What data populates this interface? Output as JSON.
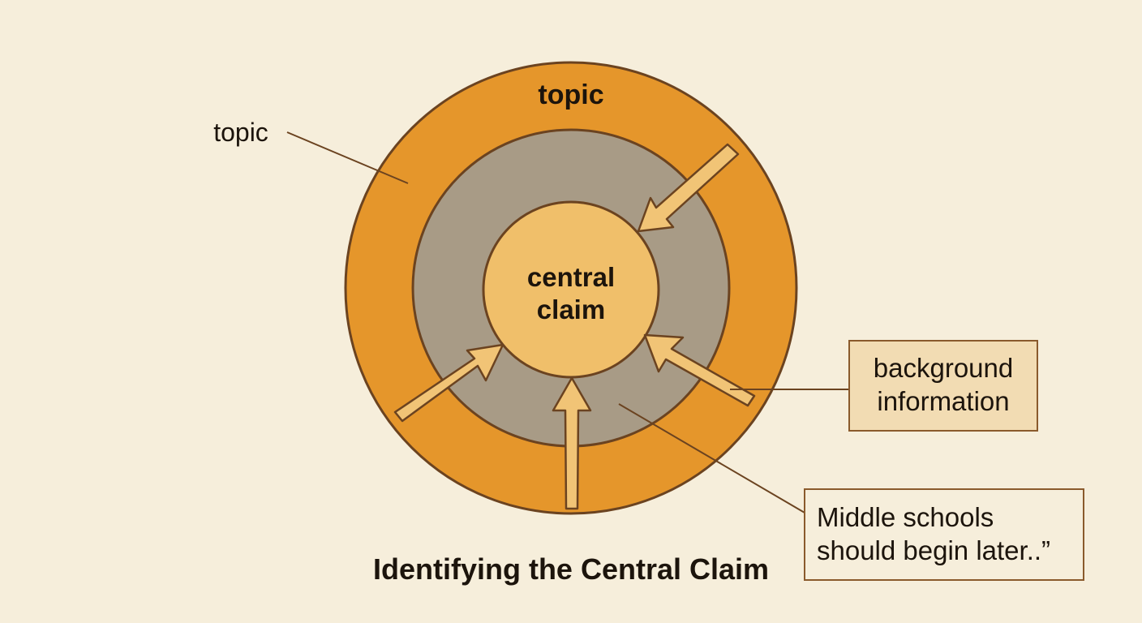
{
  "diagram": {
    "outer_ring_label": "topic",
    "side_topic_label": "topic",
    "center_label_line1": "central",
    "center_label_line2": "claim",
    "background_box_line1": "background",
    "background_box_line2": "information",
    "example_box_line1": "Middle schools",
    "example_box_line2": "should begin later..”",
    "title": "Identifying the Central Claim"
  },
  "colors": {
    "background": "#f6eedb",
    "outer_ring": "#e5962b",
    "middle_ring": "#a89b86",
    "center": "#f0bf6a",
    "arrow_fill": "#f1c476",
    "outline": "#6b4320",
    "box_fill": "#f2dcb3",
    "box_border": "#8a5a2c"
  }
}
